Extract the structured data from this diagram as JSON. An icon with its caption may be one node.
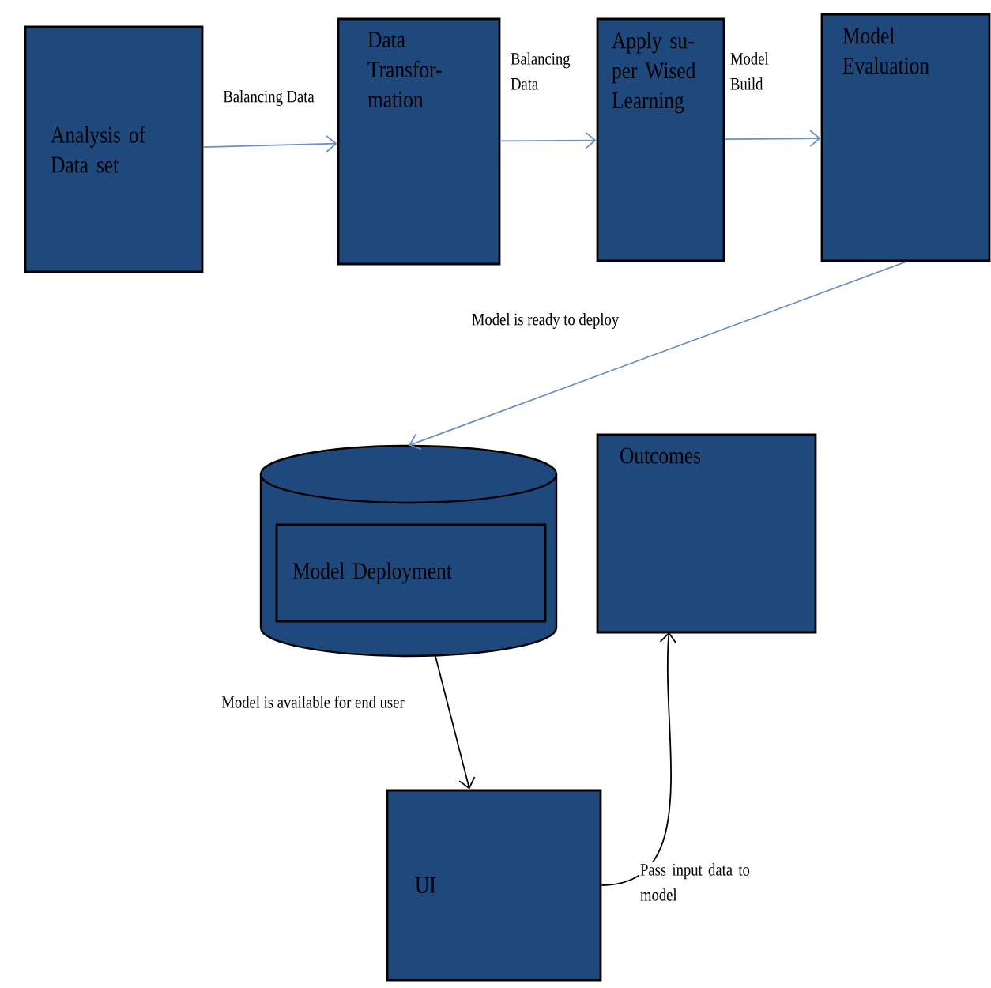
{
  "diagram": {
    "nodes": [
      {
        "text": [
          "Analysis of Data set"
        ]
      },
      {
        "text": [
          "Data Transfor- mation"
        ]
      },
      {
        "text": [
          "Apply su- per Wised Learning"
        ]
      },
      {
        "text": [
          "Model Evaluation"
        ]
      },
      {
        "text": [],
        "shape": "cylinder"
      },
      {
        "text": [
          "Model Deployment"
        ],
        "in": 4
      },
      {
        "text": [
          "Outcomes"
        ]
      },
      {
        "text": [
          "UI"
        ]
      }
    ],
    "edges": [
      {
        "from": 0,
        "to": 1,
        "arrow": "to",
        "label": "Balancing Data"
      },
      {
        "from": 1,
        "to": 2,
        "arrow": "to",
        "label": "Balancing Data"
      },
      {
        "from": 2,
        "to": 3,
        "arrow": "to",
        "label": "Model Build"
      },
      {
        "from": 3,
        "to": 4,
        "arrow": "to",
        "label": "Model is ready to deploy"
      },
      {
        "from": 4,
        "to": 7,
        "arrow": "to",
        "label": "Model is available for end user",
        "color": "#000000"
      },
      {
        "from": 7,
        "to": 6,
        "arrow": "to",
        "label": "Pass input data to model",
        "color": "#000000"
      }
    ]
  }
}
